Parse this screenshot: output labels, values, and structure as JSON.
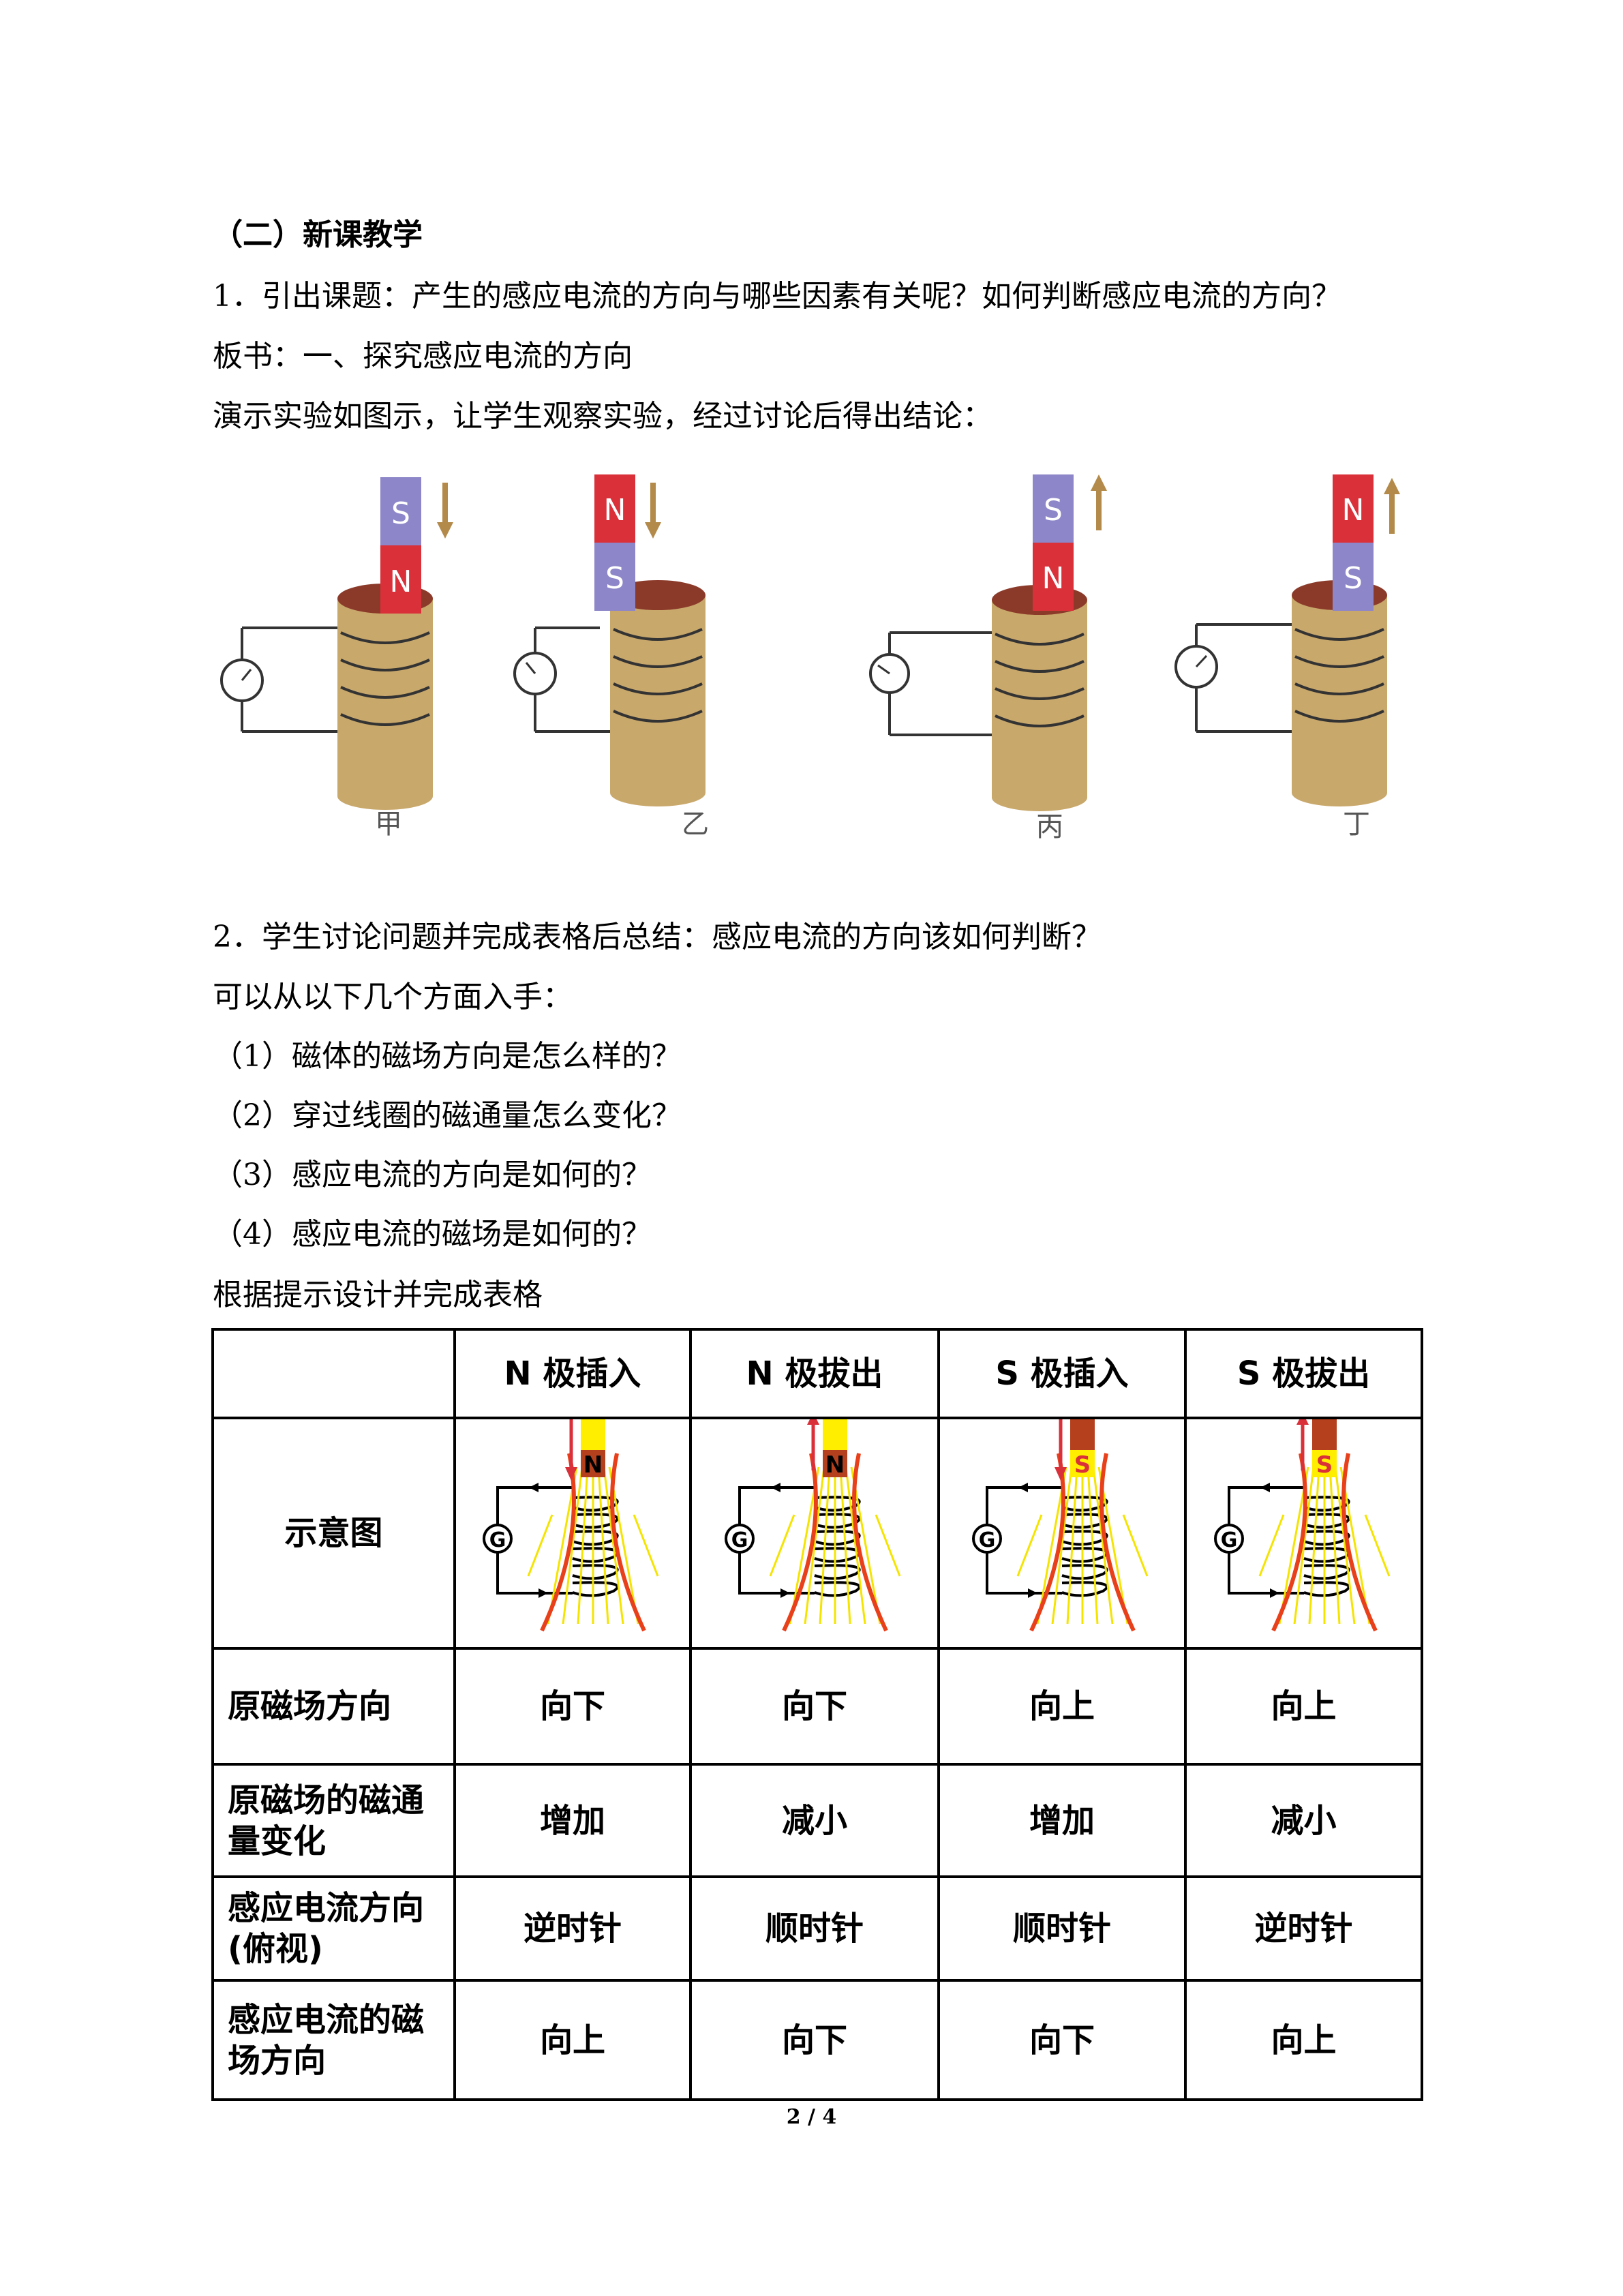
{
  "section_title": "（二）新课教学",
  "p1": "1．引出课题：产生的感应电流的方向与哪些因素有关呢？如何判断感应电流的方向？",
  "p2": "板书：一、探究感应电流的方向",
  "p3": "演示实验如图示，让学生观察实验，经过讨论后得出结论：",
  "figure": {
    "panels": [
      {
        "label": "甲",
        "top_pole": "S",
        "bottom_pole": "N",
        "arrow": "down"
      },
      {
        "label": "乙",
        "top_pole": "N",
        "bottom_pole": "S",
        "arrow": "down"
      },
      {
        "label": "丙",
        "top_pole": "S",
        "bottom_pole": "N",
        "arrow": "up"
      },
      {
        "label": "丁",
        "top_pole": "N",
        "bottom_pole": "S",
        "arrow": "up"
      }
    ]
  },
  "p4": "2．学生讨论问题并完成表格后总结：感应电流的方向该如何判断？",
  "p5": "可以从以下几个方面入手：",
  "q1": "（1）磁体的磁场方向是怎么样的？",
  "q2": "（2）穿过线圈的磁通量怎么变化？",
  "q3": "（3）感应电流的方向是如何的？",
  "q4": "（4）感应电流的磁场是如何的？",
  "p6": "根据提示设计并完成表格",
  "table": {
    "headers": [
      "",
      "N 极插入",
      "N 极拔出",
      "S 极插入",
      "S 极拔出"
    ],
    "diagram_row_label": "示意图",
    "galvanometer_label": "G",
    "magnets": [
      {
        "pole": "N",
        "arrow": "down"
      },
      {
        "pole": "N",
        "arrow": "up"
      },
      {
        "pole": "S",
        "arrow": "down"
      },
      {
        "pole": "S",
        "arrow": "up"
      }
    ],
    "rows": [
      {
        "label": "原磁场方向",
        "cells": [
          "向下",
          "向下",
          "向上",
          "向上"
        ]
      },
      {
        "label": "原磁场的磁通量变化",
        "cells": [
          "增加",
          "减小",
          "增加",
          "减小"
        ]
      },
      {
        "label": "感应电流方向(俯视)",
        "cells": [
          "逆时针",
          "顺时针",
          "顺时针",
          "逆时针"
        ]
      },
      {
        "label": "感应电流的磁场方向",
        "cells": [
          "向上",
          "向下",
          "向下",
          "向上"
        ]
      }
    ]
  },
  "page_number": "2 / 4",
  "colors": {
    "magnet_red": "#d9303a",
    "magnet_blue": "#8d86c8",
    "coil_tan": "#c9a86c",
    "field_red": "#e8401a",
    "field_yellow": "#f5e400",
    "table_magnet_yellow": "#ffee00",
    "table_magnet_dark": "#b5401e"
  }
}
